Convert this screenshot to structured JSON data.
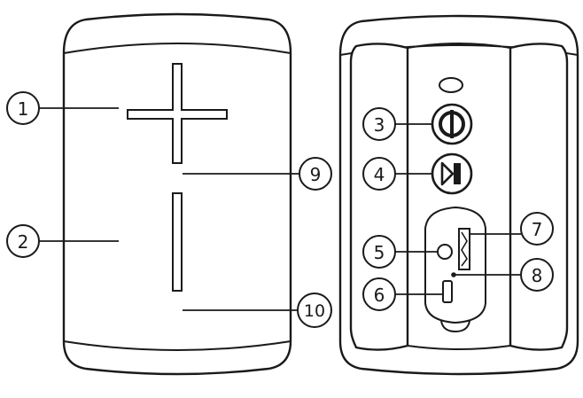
{
  "callouts": [
    {
      "id": "1",
      "label": "1"
    },
    {
      "id": "2",
      "label": "2"
    },
    {
      "id": "3",
      "label": "3"
    },
    {
      "id": "4",
      "label": "4"
    },
    {
      "id": "5",
      "label": "5"
    },
    {
      "id": "6",
      "label": "6"
    },
    {
      "id": "7",
      "label": "7"
    },
    {
      "id": "8",
      "label": "8"
    },
    {
      "id": "9",
      "label": "9"
    },
    {
      "id": "10",
      "label": "10"
    }
  ],
  "colors": {
    "ink": "#1a1a1a",
    "background": "#ffffff"
  },
  "icons": {
    "front": [
      "volume-up-icon",
      "volume-down-icon"
    ],
    "back": [
      "power-icon",
      "play-pause-icon",
      "aux-jack-icon",
      "usb-port-icon",
      "tf-card-slot-icon",
      "indicator-light-icon"
    ]
  }
}
